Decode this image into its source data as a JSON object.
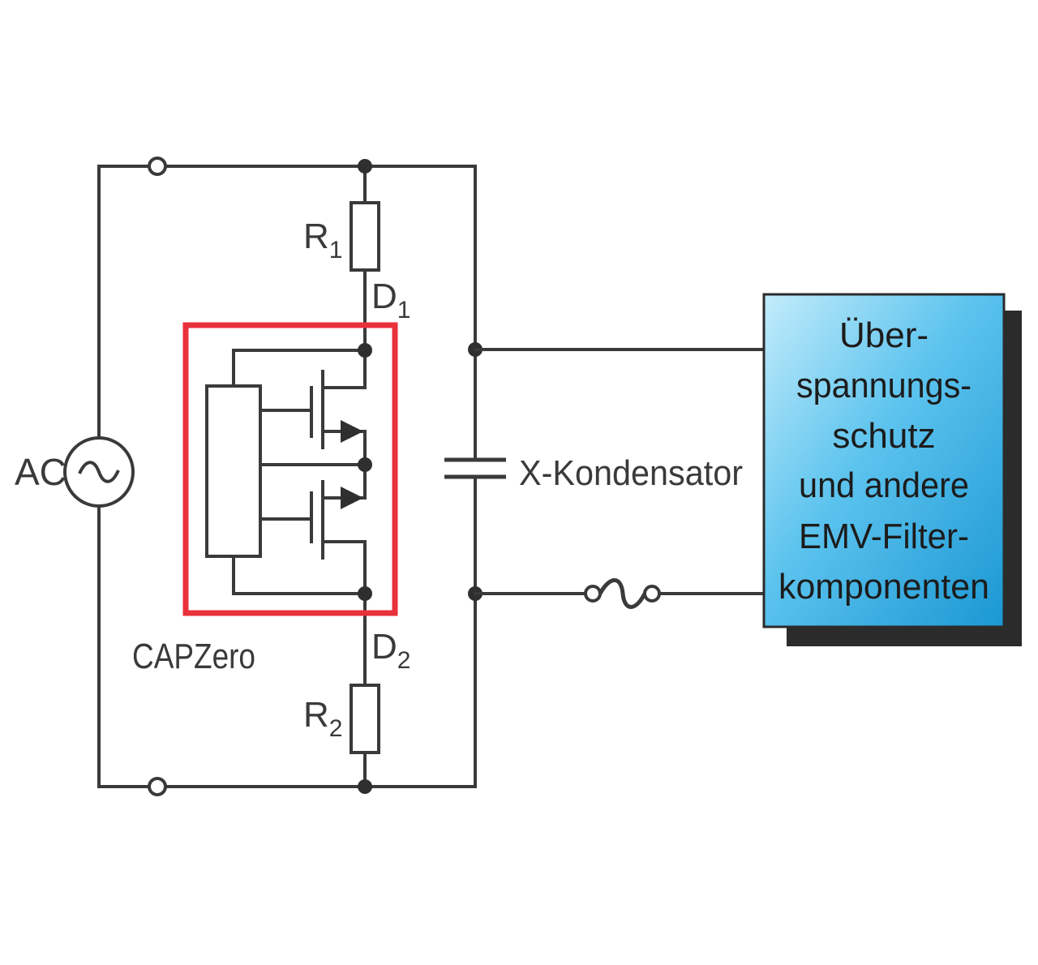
{
  "labels": {
    "ac": "AC",
    "r1_main": "R",
    "r1_sub": "1",
    "d1_main": "D",
    "d1_sub": "1",
    "d2_main": "D",
    "d2_sub": "2",
    "r2_main": "R",
    "r2_sub": "2",
    "capzero": "CAPZero",
    "x_capacitor": "X-Kondensator"
  },
  "filter_box": {
    "lines": [
      "Über-",
      "spannungs-",
      "schutz",
      "und andere",
      "EMV-Filter-",
      "komponenten"
    ]
  },
  "colors": {
    "wire": "#3a3a3a",
    "capzero_frame": "#e8313a",
    "box_light": "#b8e6f8",
    "box_dark": "#1e9fd9",
    "box_shadow": "#2b2b2b"
  }
}
